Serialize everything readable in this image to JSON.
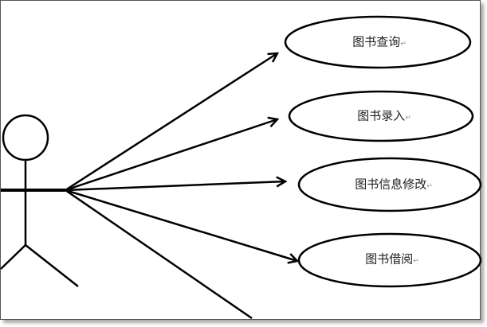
{
  "diagram": {
    "actor": "actor",
    "use_cases": [
      {
        "label": "图书查询",
        "mark": "↵"
      },
      {
        "label": "图书录入",
        "mark": "↵"
      },
      {
        "label": "图书信息修改",
        "mark": "↵"
      },
      {
        "label": "图书借阅",
        "mark": "↵"
      }
    ]
  }
}
